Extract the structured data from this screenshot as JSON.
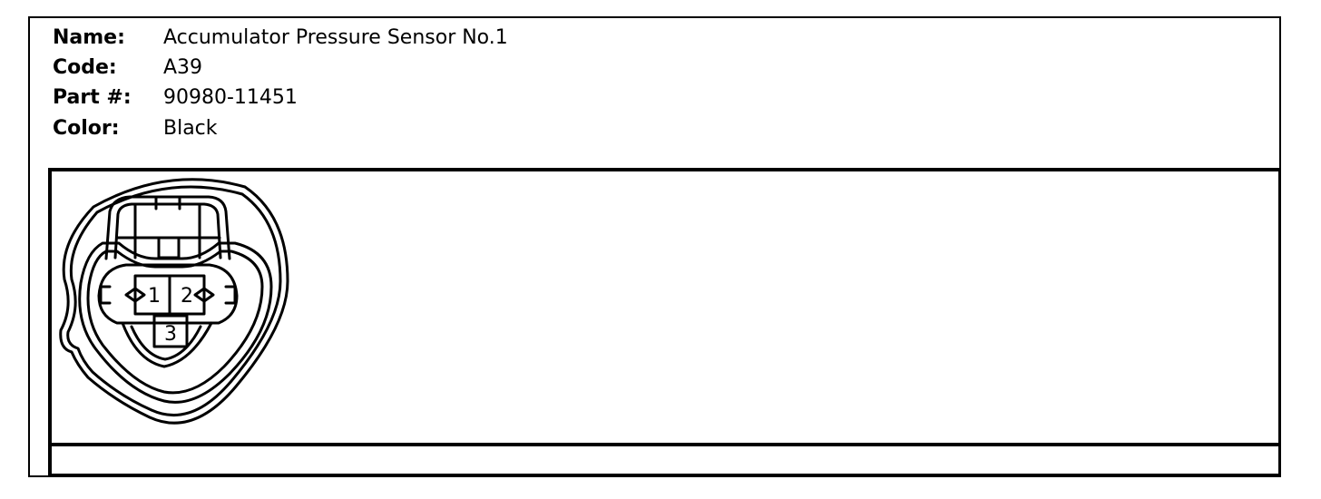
{
  "fields": {
    "name": {
      "label": "Name:",
      "value": "Accumulator Pressure Sensor No.1"
    },
    "code": {
      "label": "Code:",
      "value": "A39"
    },
    "part": {
      "label": "Part #:",
      "value": "90980-11451"
    },
    "color": {
      "label": "Color:",
      "value": "Black"
    }
  },
  "connector": {
    "pins": [
      "1",
      "2",
      "3"
    ]
  },
  "colors": {
    "line": "#000000",
    "background": "#ffffff"
  }
}
